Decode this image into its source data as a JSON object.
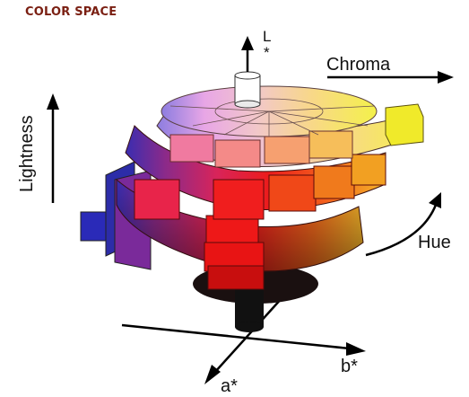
{
  "title": "COLOR SPACE",
  "labels": {
    "lightness_axis": "L",
    "lightness_axis_star": "*",
    "chroma": "Chroma",
    "lightness": "Lightness",
    "hue": "Hue",
    "a_axis": "a*",
    "b_axis": "b*"
  },
  "colors": {
    "title": "#7a1f12",
    "red": "#e8141a",
    "yellow": "#f2ee2a",
    "orange": "#f28a1e",
    "magenta": "#d0245a",
    "purple": "#6a2f9a",
    "blue": "#3a3ab0",
    "pink": "#f0a0c8"
  }
}
